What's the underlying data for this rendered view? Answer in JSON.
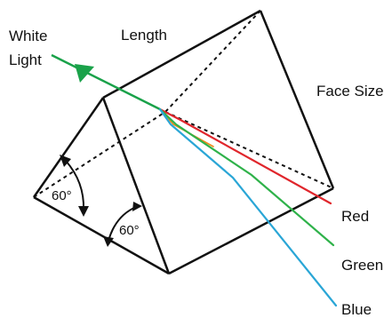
{
  "labels": {
    "white_light_line1": "White",
    "white_light_line2": "Light",
    "length": "Length",
    "face_size": "Face Size",
    "angle_left": "60°",
    "angle_bottom": "60°",
    "red": "Red",
    "green": "Green",
    "blue": "Blue"
  },
  "colors": {
    "prism_edge": "#111111",
    "hidden_edge": "#111111",
    "white_light": "#1aa24a",
    "red_ray": "#e0262c",
    "green_ray": "#2fb24a",
    "blue_ray": "#2aa6d6",
    "orange_ray": "#f08a1c"
  }
}
